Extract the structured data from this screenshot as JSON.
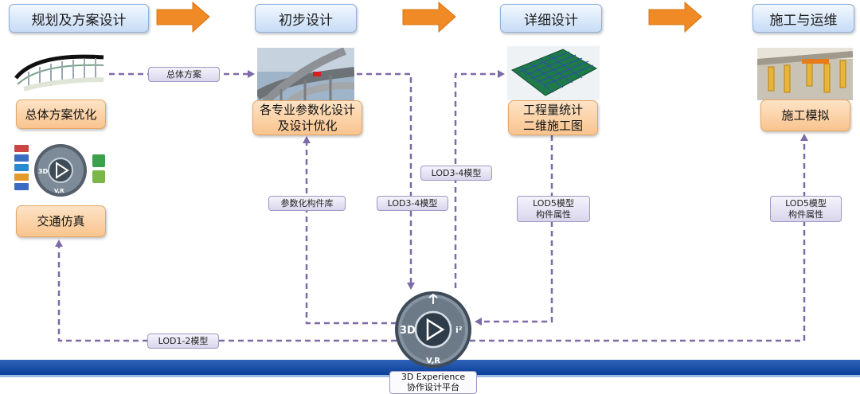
{
  "phases": [
    {
      "label": "规划及方案设计"
    },
    {
      "label": "初步设计"
    },
    {
      "label": "详细设计"
    },
    {
      "label": "施工与运维"
    }
  ],
  "steps": {
    "overall_optimization": "总体方案优化",
    "traffic_simulation": "交通仿真",
    "param_design_line1": "各专业参数化设计",
    "param_design_line2": "及设计优化",
    "quantity_line1": "工程量统计",
    "quantity_line2": "二维施工图",
    "construction_sim": "施工模拟"
  },
  "edge_labels": {
    "overall_plan": "总体方案",
    "component_library": "参数化构件库",
    "lod34_up": "LOD3-4模型",
    "lod34_down": "LOD3-4模型",
    "lod5_detail_line1": "LOD5模型",
    "lod5_detail_line2": "构件属性",
    "lod5_construct_line1": "LOD5模型",
    "lod5_construct_line2": "构件属性",
    "lod12": "LOD1-2模型"
  },
  "platform": {
    "line1": "3D Experience",
    "line2": "协作设计平台",
    "compass_left": "3D",
    "compass_right": "i²",
    "compass_bottom": "V,R"
  },
  "colors": {
    "arrow_orange": "#ef8a26",
    "dashed_purple": "#7d6aa8",
    "bottom_bar": "#0b3f98",
    "compass": "#5f6f80"
  }
}
